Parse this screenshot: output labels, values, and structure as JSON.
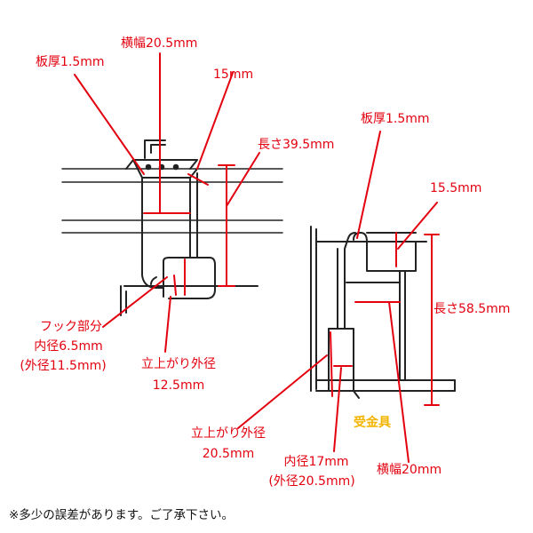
{
  "diagram": {
    "colors": {
      "annotation": "#e3000f",
      "line_art": "#222222",
      "highlight": "#f2b400",
      "note": "#111111"
    },
    "left_bracket": {
      "thickness_label": "板厚1.5mm",
      "width_label": "横幅20.5mm",
      "offset_label": "15mm",
      "length_label": "長さ39.5mm",
      "hook_label_1": "フック部分",
      "hook_label_2": "内径6.5mm",
      "hook_label_3": "(外径11.5mm)",
      "rise_label_1": "立上がり外径",
      "rise_label_2": "12.5mm"
    },
    "right_bracket": {
      "thickness_label": "板厚1.5mm",
      "width_label": "15.5mm",
      "length_label": "長さ58.5mm",
      "rise_label_1": "立上がり外径",
      "rise_label_2": "20.5mm",
      "inner_label_1": "内径17mm",
      "inner_label_2": "(外径20.5mm)",
      "bottom_width_label": "横幅20mm",
      "receiver_label": "受金具"
    },
    "footnote": "※多少の誤差があります。ご了承下さい。"
  }
}
